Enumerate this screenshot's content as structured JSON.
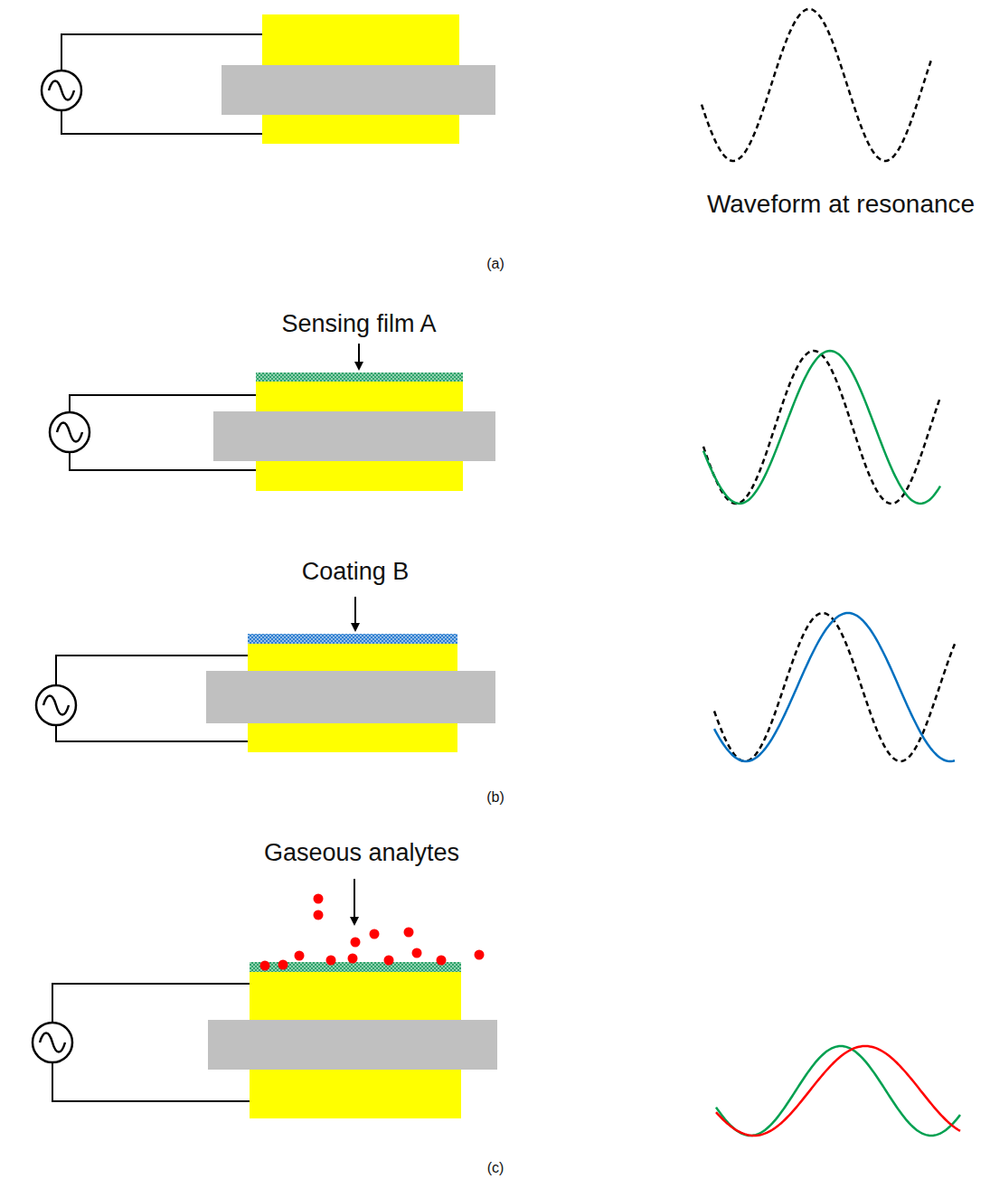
{
  "diagram": {
    "labels": [
      "Waveform at resonance",
      "(a)",
      "Sensing film A",
      "Coating B",
      "(b)",
      "Gaseous analytes",
      "(c)"
    ]
  }
}
